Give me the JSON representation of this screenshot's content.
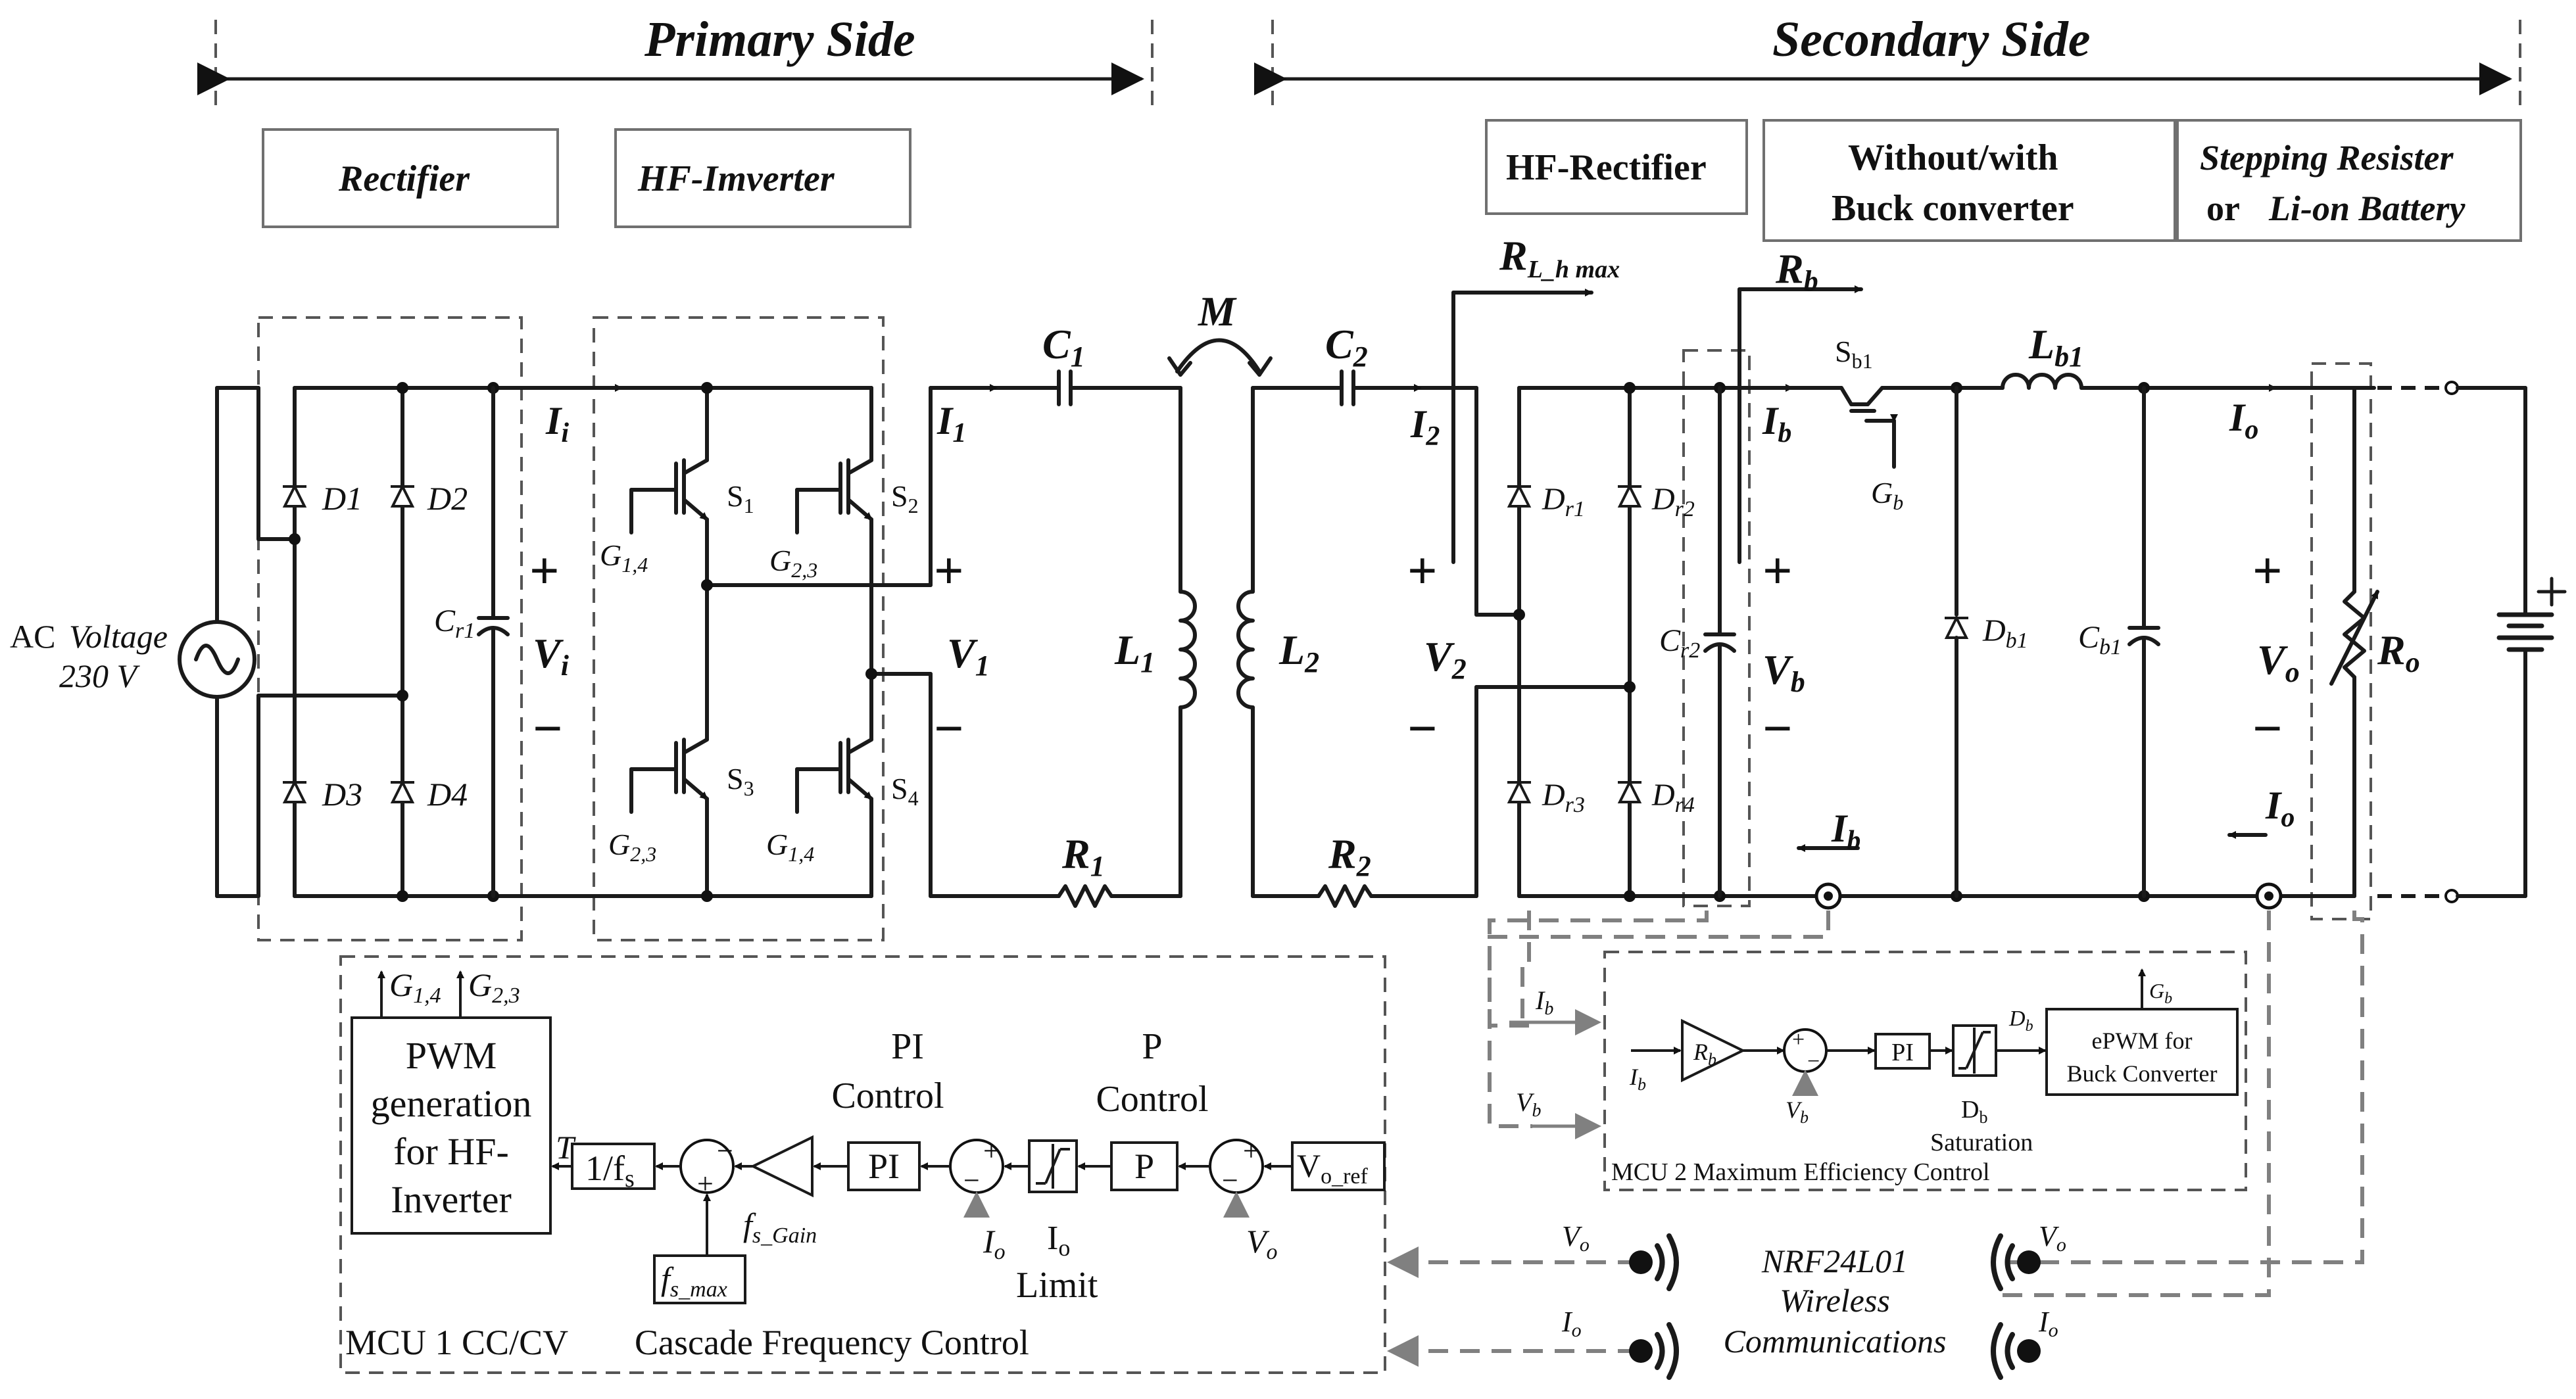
{
  "sections": {
    "primary": "Primary Side",
    "secondary": "Secondary Side"
  },
  "blocks": {
    "rectifier": "Rectifier",
    "hf_inverter": "HF-Imverter",
    "hf_rectifier": "HF-Rectifier",
    "buck_line1": "Without/with",
    "buck_line2": "Buck converter",
    "load_line1": "Stepping Resister",
    "load_line2a": "or",
    "load_line2b": "Li-on Battery"
  },
  "source": {
    "line1a": "AC",
    "line1b": "Voltage",
    "line2": "230 V"
  },
  "components": {
    "D1": "D1",
    "D2": "D2",
    "D3": "D3",
    "D4": "D4",
    "Cr1_main": "C",
    "Cr1_sub": "r1",
    "S1": "S1",
    "S2": "S2",
    "S3": "S3",
    "S4": "S4",
    "G14_main": "G",
    "G14_sub": "1,4",
    "G23_main": "G",
    "G23_sub": "2,3",
    "C1": "C",
    "C1_sub": "1",
    "C2": "C",
    "C2_sub": "2",
    "M": "M",
    "L1": "L",
    "L1_sub": "1",
    "L2": "L",
    "L2_sub": "2",
    "R1": "R",
    "R1_sub": "1",
    "R2": "R",
    "R2_sub": "2",
    "Dr_main": "D",
    "Dr1_sub": "r1",
    "Dr2_sub": "r2",
    "Dr3_sub": "r3",
    "Dr4_sub": "r4",
    "Cr2_main": "C",
    "Cr2_sub": "r2",
    "RLh_main": "R",
    "RLh_sub": "L_h max",
    "Rb_main": "R",
    "Rb_sub": "b",
    "Sb1_main": "S",
    "Sb1_sub": "b1",
    "Gb_main": "G",
    "Gb_sub": "b",
    "Lb1_main": "L",
    "Lb1_sub": "b1",
    "Db1_main": "D",
    "Db1_sub": "b1",
    "Cb1_main": "C",
    "Cb1_sub": "b1",
    "Ro_main": "R",
    "Ro_sub": "o"
  },
  "signals": {
    "I": "I",
    "V": "V",
    "i_sub": "i",
    "one_sub": "1",
    "two_sub": "2",
    "b_sub": "b",
    "o_sub": "o",
    "plus": "+",
    "minus": "−"
  },
  "mcu1": {
    "gate_out1_main": "G",
    "gate_out1_sub": "1,4",
    "gate_out2_main": "G",
    "gate_out2_sub": "2,3",
    "pwm_lines": [
      "PWM",
      "generation",
      "for HF-",
      "Inverter"
    ],
    "T": "T",
    "inv_fs_main": "1/f",
    "inv_fs_sub": "s",
    "fs_gain_main": "f",
    "fs_gain_sub": "s_Gain",
    "fs_max_main": "f",
    "fs_max_sub": "s_max",
    "pi_title_1": "PI",
    "pi_title_2": "Control",
    "pi_block": "PI",
    "p_title_1": "P",
    "p_title_2": "Control",
    "p_block": "P",
    "io_limit_main": "I",
    "io_limit_sub": "o",
    "limit": "Limit",
    "io_fb_main": "I",
    "io_fb_sub": "o",
    "vo_fb_main": "V",
    "vo_fb_sub": "o",
    "vo_ref_main": "V",
    "vo_ref_sub": "o_ref",
    "caption_a": "MCU 1 CC/CV",
    "caption_b": "Cascade Frequency Control"
  },
  "mcu2": {
    "ib_in_main": "I",
    "ib_in_sub": "b",
    "vb_in_main": "V",
    "vb_in_sub": "b",
    "rb_main": "R",
    "rb_sub": "b",
    "pi_block": "PI",
    "db_main": "D",
    "db_sub": "b",
    "saturation": "Saturation",
    "epwm_1": "ePWM  for",
    "epwm_2": "Buck Converter",
    "gb_main": "G",
    "gb_sub": "b",
    "caption": "MCU 2 Maximum Efficiency  Control"
  },
  "wireless": {
    "line1": "NRF24L01",
    "line2": "Wireless",
    "line3": "Communications",
    "vo_main": "V",
    "vo_sub": "o",
    "io_main": "I",
    "io_sub": "o"
  }
}
